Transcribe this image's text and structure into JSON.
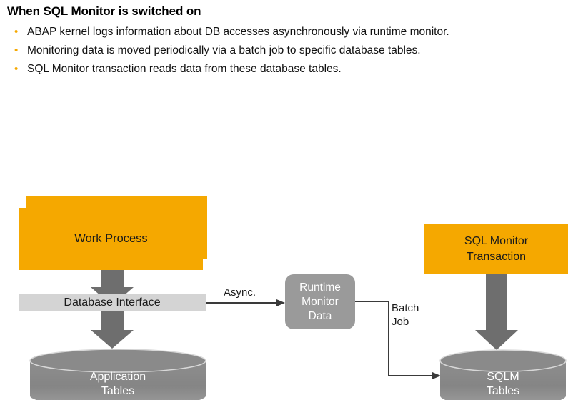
{
  "heading": "When SQL Monitor is switched on",
  "bullets": [
    "ABAP kernel logs information about DB accesses asynchronously via runtime monitor.",
    "Monitoring data is moved periodically via a batch job to specific database tables.",
    "SQL Monitor transaction reads data from these database tables."
  ],
  "bullet_marker": "•",
  "diagram": {
    "work_process": "Work Process",
    "database_interface": "Database Interface",
    "runtime_monitor": {
      "line1": "Runtime",
      "line2": "Monitor",
      "line3": "Data"
    },
    "sql_monitor_transaction": {
      "line1": "SQL Monitor",
      "line2": "Transaction"
    },
    "application_tables": {
      "line1": "Application",
      "line2": "Tables"
    },
    "sqlm_tables": {
      "line1": "SQLM",
      "line2": "Tables"
    },
    "connector_async": "Async.",
    "connector_batch": {
      "line1": "Batch",
      "line2": "Job"
    }
  },
  "colors": {
    "orange": "#F5A800",
    "gray_dark": "#6e6e6e",
    "gray_mid": "#9a9a9a",
    "gray_light": "#d4d4d4",
    "line": "#3a3a3a",
    "text": "#111111",
    "white": "#ffffff"
  }
}
